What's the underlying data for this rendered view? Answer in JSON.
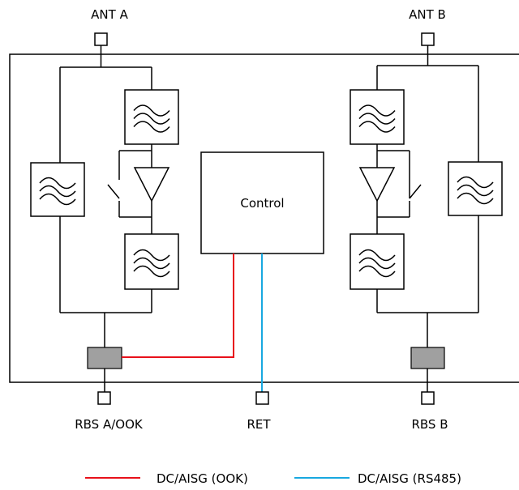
{
  "labels": {
    "ant_a": "ANT A",
    "ant_b": "ANT B",
    "control": "Control",
    "rbs_a": "RBS A/OOK",
    "ret": "RET",
    "rbs_b": "RBS B"
  },
  "legend": {
    "ook": "DC/AISG (OOK)",
    "rs485": "DC/AISG (RS485)"
  },
  "colors": {
    "ook_line": "#e8101a",
    "rs485_line": "#18a8e0",
    "connector_fill": "#a0a0a0"
  },
  "icons": {
    "filter": "filter-icon",
    "amplifier": "amplifier-icon",
    "bypass_switch": "switch-icon",
    "port": "port-icon"
  }
}
